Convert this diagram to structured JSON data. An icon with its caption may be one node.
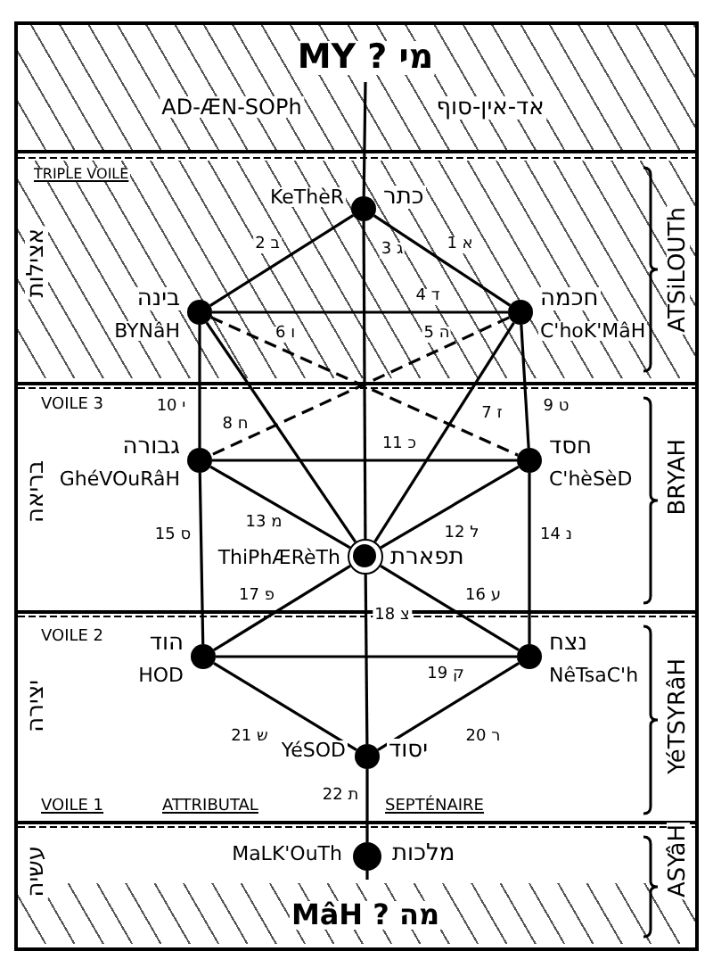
{
  "diagram": {
    "nodes": [
      {
        "text": [
          "אצילות",
          "ATSiLOUTh"
        ]
      },
      {
        "text": [
          "בריאה",
          "BRYAH"
        ]
      },
      {
        "text": [
          "יצירה",
          "YéTSYRâH"
        ]
      },
      {
        "text": [
          "עשיה",
          "ASYâH"
        ]
      },
      {
        "text": [],
        "shape": "circle",
        "in": 0,
        "beside": [
          "KeThèR",
          "כתר"
        ]
      },
      {
        "text": [],
        "shape": "circle",
        "in": 0,
        "beside": [
          "בינה",
          "BYNâH"
        ]
      },
      {
        "text": [],
        "shape": "circle",
        "in": 0,
        "beside": [
          "חכמה",
          "C'hoK'MâH"
        ]
      },
      {
        "text": [],
        "shape": "circle",
        "in": 1,
        "beside": [
          "גבורה",
          "GhéVOuRâH"
        ]
      },
      {
        "text": [],
        "shape": "circle",
        "in": 1,
        "beside": [
          "חסד",
          "C'hèSèD"
        ]
      },
      {
        "text": [],
        "shape": "circle",
        "in": 1,
        "beside": [
          "ThiPhÆRèTh",
          "תפארת"
        ]
      },
      {
        "text": [],
        "shape": "circle",
        "in": 2,
        "beside": [
          "הוד",
          "HOD"
        ]
      },
      {
        "text": [],
        "shape": "circle",
        "in": 2,
        "beside": [
          "נצח",
          "NêTsaC'h"
        ]
      },
      {
        "text": [],
        "shape": "circle",
        "in": 2,
        "beside": [
          "YéSOD",
          "יסוד"
        ]
      },
      {
        "text": [],
        "shape": "circle",
        "in": 3,
        "beside": [
          "MaLK'OuTh",
          "מלכות"
        ]
      }
    ],
    "edges": [
      {
        "from": null,
        "to": 4,
        "arrow": "none"
      },
      {
        "from": 4,
        "to": 6,
        "arrow": "none",
        "label": "1 א"
      },
      {
        "from": 4,
        "to": 5,
        "arrow": "none",
        "label": "2 ב"
      },
      {
        "from": 4,
        "to": 9,
        "arrow": "none",
        "label": "3 ג"
      },
      {
        "from": 6,
        "to": 5,
        "arrow": "none",
        "label": "4 ד"
      },
      {
        "from": 6,
        "to": 7,
        "arrow": "none",
        "label": "5 ה",
        "style": "dashed"
      },
      {
        "from": 5,
        "to": 8,
        "arrow": "none",
        "label": "6 ו",
        "style": "dashed"
      },
      {
        "from": 6,
        "to": 9,
        "arrow": "none",
        "label": "7 ז"
      },
      {
        "from": 5,
        "to": 9,
        "arrow": "none",
        "label": "8 ח"
      },
      {
        "from": 6,
        "to": 8,
        "arrow": "none",
        "label": "9 ט"
      },
      {
        "from": 5,
        "to": 7,
        "arrow": "none",
        "label": "10 י"
      },
      {
        "from": 8,
        "to": 7,
        "arrow": "none",
        "label": "11 כ"
      },
      {
        "from": 8,
        "to": 9,
        "arrow": "none",
        "label": "12 ל"
      },
      {
        "from": 7,
        "to": 9,
        "arrow": "none",
        "label": "13 מ"
      },
      {
        "from": 8,
        "to": 11,
        "arrow": "none",
        "label": "14 נ"
      },
      {
        "from": 7,
        "to": 10,
        "arrow": "none",
        "label": "15 ס"
      },
      {
        "from": 9,
        "to": 11,
        "arrow": "none",
        "label": "16 ע"
      },
      {
        "from": 9,
        "to": 10,
        "arrow": "none",
        "label": "17 פ"
      },
      {
        "from": 9,
        "to": 12,
        "arrow": "none",
        "label": "18 צ"
      },
      {
        "from": 10,
        "to": 11,
        "arrow": "none",
        "label": "19 ק"
      },
      {
        "from": 11,
        "to": 12,
        "arrow": "none",
        "label": "20 ר"
      },
      {
        "from": 10,
        "to": 12,
        "arrow": "none",
        "label": "21 ש"
      },
      {
        "from": 12,
        "to": 13,
        "arrow": "none",
        "label": "22 ת"
      },
      {
        "from": 13,
        "to": null,
        "arrow": "none"
      }
    ],
    "labels": [
      "MY ? מי",
      "AD-ÆN-SOPh",
      "אד-אין-סוף",
      "TRIPLE VOILE",
      "VOILE 3",
      "VOILE 2",
      "VOILE 1",
      "ATTRIBUTAL",
      "SEPTÉNAIRE",
      "MâH ? מה"
    ]
  }
}
